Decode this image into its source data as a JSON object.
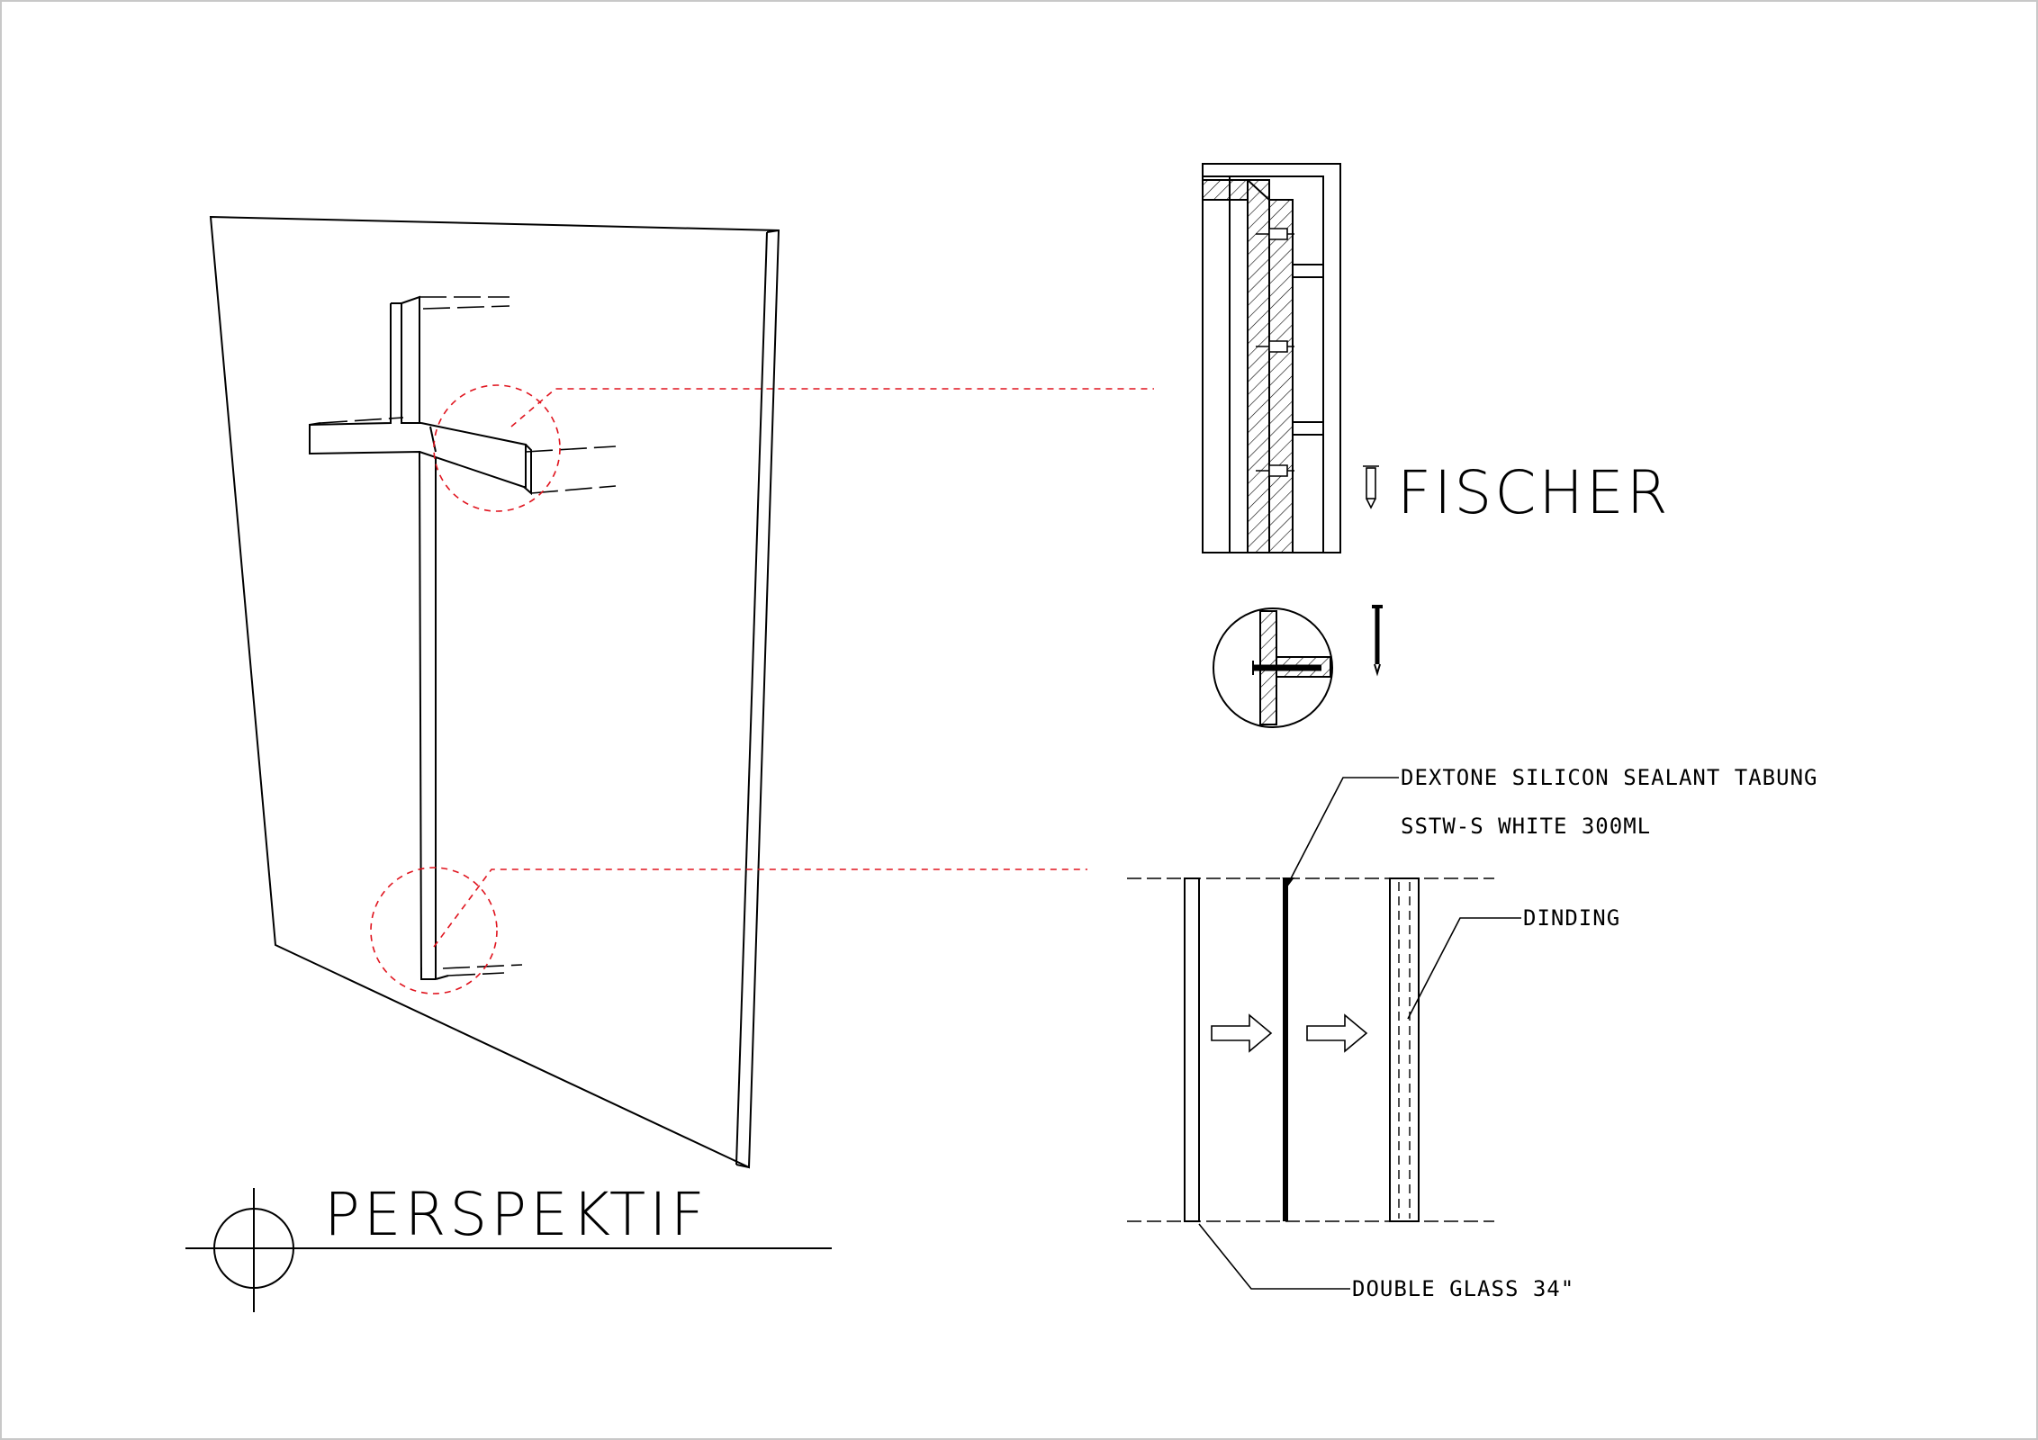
{
  "titles": {
    "perspective": "PERSPEKTIF",
    "fischer": "FISCHER"
  },
  "labels": {
    "sealant_line1": "DEXTONE SILICON SEALANT TABUNG",
    "sealant_line2": "SSTW-S WHITE 300ML",
    "wall": "DINDING",
    "glass": "DOUBLE GLASS 34\""
  },
  "colors": {
    "line": "#000000",
    "detail_callout": "#e0141e",
    "frame": "#c8c8c8"
  }
}
